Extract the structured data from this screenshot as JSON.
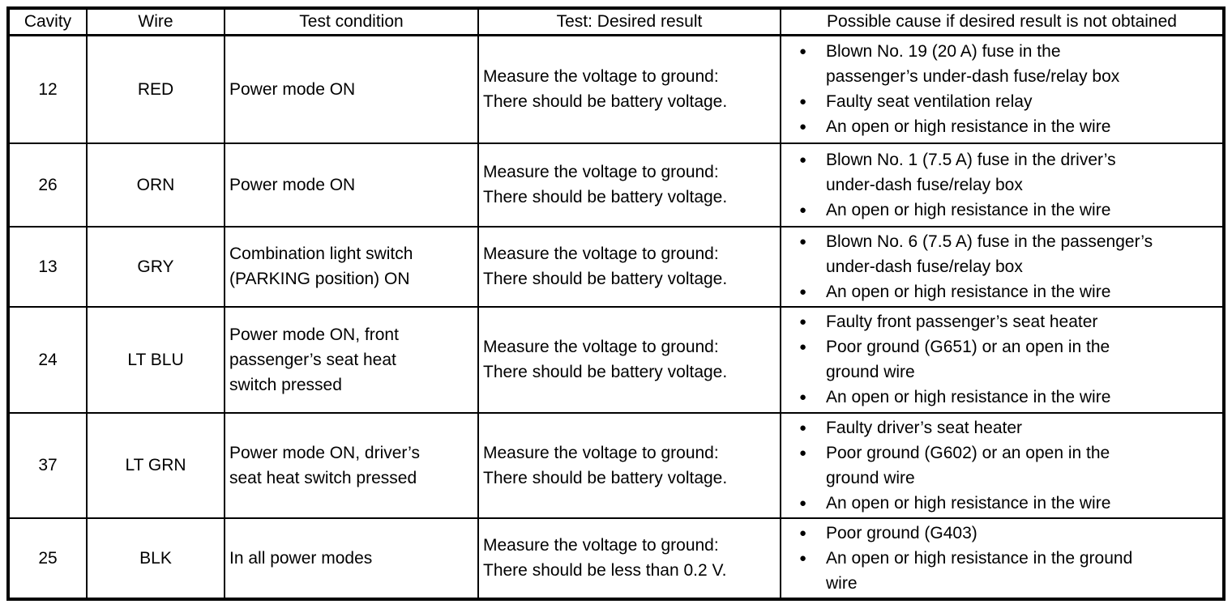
{
  "icons": {
    "bullet": "●"
  },
  "table": {
    "headers": [
      "Cavity",
      "Wire",
      "Test condition",
      "Test: Desired result",
      "Possible cause if desired result is not obtained"
    ],
    "rows": [
      {
        "cavity": "12",
        "wire": "RED",
        "condition": "Power mode ON",
        "result": "Measure the voltage to ground:\nThere should be battery voltage.",
        "causes": [
          "Blown No. 19 (20 A) fuse in the\npassenger’s under-dash fuse/relay box",
          "Faulty seat ventilation relay",
          "An open or high resistance in the wire"
        ]
      },
      {
        "cavity": "26",
        "wire": "ORN",
        "condition": "Power mode ON",
        "result": "Measure the voltage to ground:\nThere should be battery voltage.",
        "causes": [
          "Blown No. 1 (7.5 A) fuse in the driver’s\nunder-dash fuse/relay box",
          "An open or high resistance in the wire"
        ]
      },
      {
        "cavity": "13",
        "wire": "GRY",
        "condition": "Combination light switch\n(PARKING position) ON",
        "result": "Measure the voltage to ground:\nThere should be battery voltage.",
        "causes": [
          "Blown No. 6 (7.5 A) fuse in the passenger’s\nunder-dash fuse/relay box",
          "An open or high resistance in the wire"
        ]
      },
      {
        "cavity": "24",
        "wire": "LT BLU",
        "condition": "Power mode ON, front\npassenger’s seat heat\nswitch pressed",
        "result": "Measure the voltage to ground:\nThere should be battery voltage.",
        "causes": [
          "Faulty front passenger’s seat heater",
          "Poor ground (G651) or an open in the\nground wire",
          "An open or high resistance in the wire"
        ]
      },
      {
        "cavity": "37",
        "wire": "LT GRN",
        "condition": "Power mode ON, driver’s\nseat heat switch pressed",
        "result": "Measure the voltage to ground:\nThere should be battery voltage.",
        "causes": [
          "Faulty driver’s seat heater",
          "Poor ground (G602) or an open in the\nground wire",
          "An open or high resistance in the wire"
        ]
      },
      {
        "cavity": "25",
        "wire": "BLK",
        "condition": "In all power modes",
        "result": "Measure the voltage to ground:\nThere should be less than 0.2 V.",
        "causes": [
          "Poor ground (G403)",
          "An open or high resistance in the ground\nwire"
        ]
      }
    ]
  }
}
